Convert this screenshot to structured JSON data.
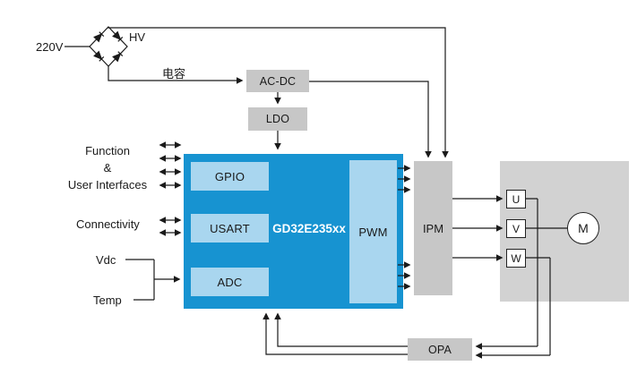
{
  "power": {
    "mains": "220V",
    "hv": "HV",
    "capacitor": "电容",
    "acdc": "AC-DC",
    "ldo": "LDO"
  },
  "mcu": {
    "name": "GD32E235xx",
    "gpio": "GPIO",
    "usart": "USART",
    "adc": "ADC",
    "pwm": "PWM"
  },
  "io": {
    "function1": "Function",
    "function2": "&",
    "function3": "User Interfaces",
    "connectivity": "Connectivity",
    "vdc": "Vdc",
    "temp": "Temp"
  },
  "drive": {
    "ipm": "IPM",
    "phase_u": "U",
    "phase_v": "V",
    "phase_w": "W",
    "motor": "M",
    "opa": "OPA"
  },
  "colors": {
    "mcu_blue": "#1793d1",
    "module_blue": "#a9d6ef",
    "block_gray": "#c7c7c7",
    "motor_gray": "#d2d2d2",
    "line": "#1a1a1a"
  }
}
